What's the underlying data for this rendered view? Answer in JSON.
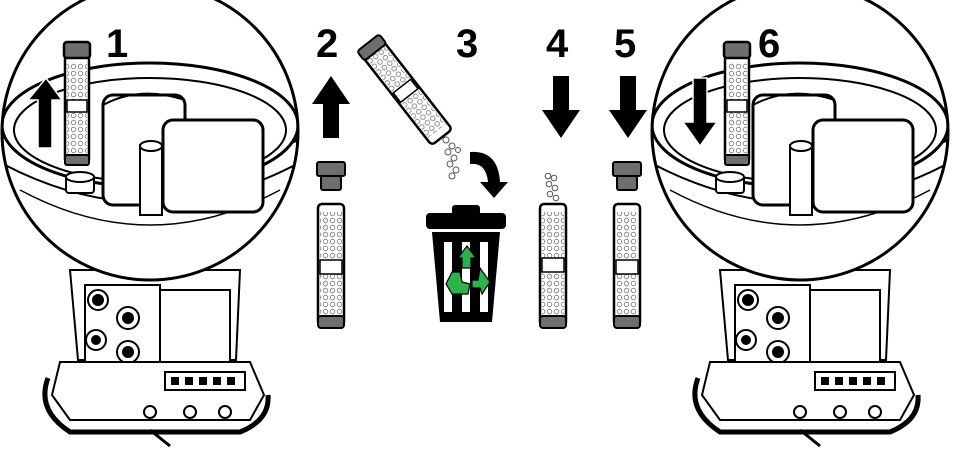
{
  "steps": [
    {
      "label": "1",
      "action": "remove-tube"
    },
    {
      "label": "2",
      "action": "remove-cap"
    },
    {
      "label": "3",
      "action": "empty-desiccant"
    },
    {
      "label": "4",
      "action": "fill-desiccant"
    },
    {
      "label": "5",
      "action": "install-cap"
    },
    {
      "label": "6",
      "action": "install-tube"
    }
  ],
  "colors": {
    "line": "#000000",
    "tube_glass": "#ffffff",
    "cap": "#6e6e6e",
    "recycle": "#2bb24c",
    "bin": "#000000"
  },
  "icons": [
    "up-arrow-icon",
    "down-arrow-icon",
    "curved-arrow-icon",
    "trash-bin-icon",
    "recycle-icon",
    "magnifier-circle-icon"
  ]
}
